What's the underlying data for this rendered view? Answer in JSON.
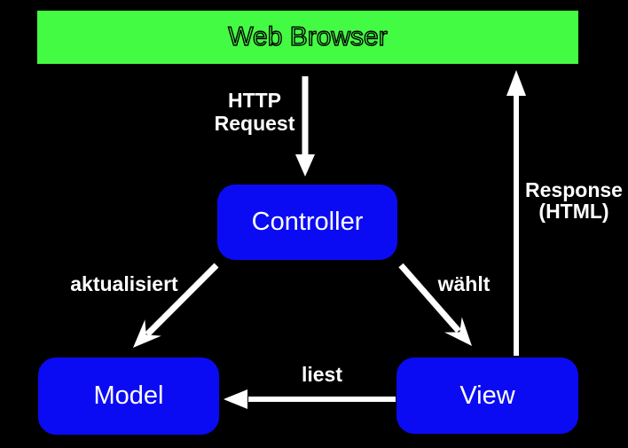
{
  "colors": {
    "background": "#000000",
    "arrow": "#ffffff",
    "edge_label_text": "#ffffff",
    "node_green_fill": "#44fb44",
    "node_blue_fill": "#0b0bf3",
    "node_text_light": "#ffffff",
    "node_text_dark": "#000000"
  },
  "nodes": {
    "web_browser": {
      "label": "Web Browser"
    },
    "controller": {
      "label": "Controller"
    },
    "model": {
      "label": "Model"
    },
    "view": {
      "label": "View"
    }
  },
  "edges": {
    "http_request": {
      "label_lines": [
        "HTTP",
        "Request"
      ],
      "from": "web_browser",
      "to": "controller"
    },
    "response": {
      "label_lines": [
        "Response",
        "(HTML)"
      ],
      "from": "view",
      "to": "web_browser"
    },
    "aktualisiert": {
      "label_lines": [
        "aktualisiert"
      ],
      "from": "controller",
      "to": "model"
    },
    "waehlt": {
      "label_lines": [
        "wählt"
      ],
      "from": "controller",
      "to": "view"
    },
    "liest": {
      "label_lines": [
        "liest"
      ],
      "from": "view",
      "to": "model"
    }
  }
}
